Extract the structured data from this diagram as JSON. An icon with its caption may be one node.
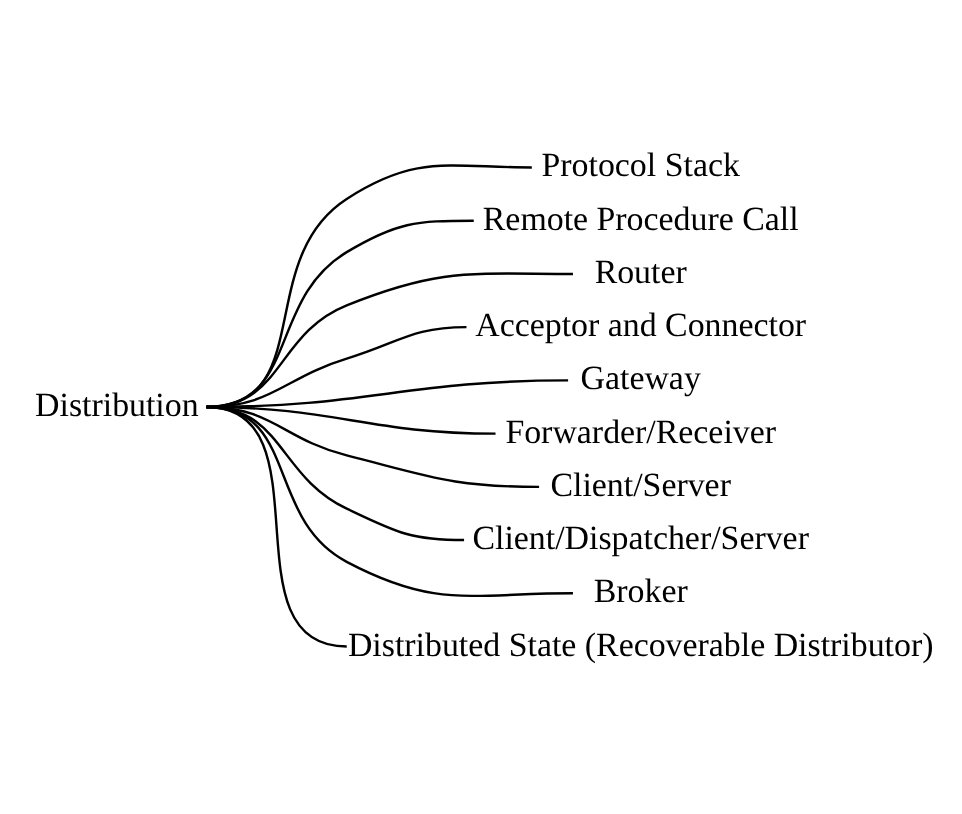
{
  "diagram": {
    "nodes": [
      {
        "text": [
          "Distribution"
        ]
      },
      {
        "text": [
          "Protocol Stack"
        ]
      },
      {
        "text": [
          "Remote Procedure Call"
        ]
      },
      {
        "text": [
          "Router"
        ]
      },
      {
        "text": [
          "Acceptor and Connector"
        ]
      },
      {
        "text": [
          "Gateway"
        ]
      },
      {
        "text": [
          "Forwarder/Receiver"
        ]
      },
      {
        "text": [
          "Client/Server"
        ]
      },
      {
        "text": [
          "Client/Dispatcher/Server"
        ]
      },
      {
        "text": [
          "Broker"
        ]
      },
      {
        "text": [
          "Distributed State (Recoverable Distributor)"
        ]
      }
    ],
    "edges": [
      {
        "from": 0,
        "to": 1,
        "arrow": "none"
      },
      {
        "from": 0,
        "to": 2,
        "arrow": "none"
      },
      {
        "from": 0,
        "to": 3,
        "arrow": "none"
      },
      {
        "from": 0,
        "to": 4,
        "arrow": "none"
      },
      {
        "from": 0,
        "to": 5,
        "arrow": "none"
      },
      {
        "from": 0,
        "to": 6,
        "arrow": "none"
      },
      {
        "from": 0,
        "to": 7,
        "arrow": "none"
      },
      {
        "from": 0,
        "to": 8,
        "arrow": "none"
      },
      {
        "from": 0,
        "to": 9,
        "arrow": "none"
      },
      {
        "from": 0,
        "to": 10,
        "arrow": "none"
      }
    ]
  }
}
